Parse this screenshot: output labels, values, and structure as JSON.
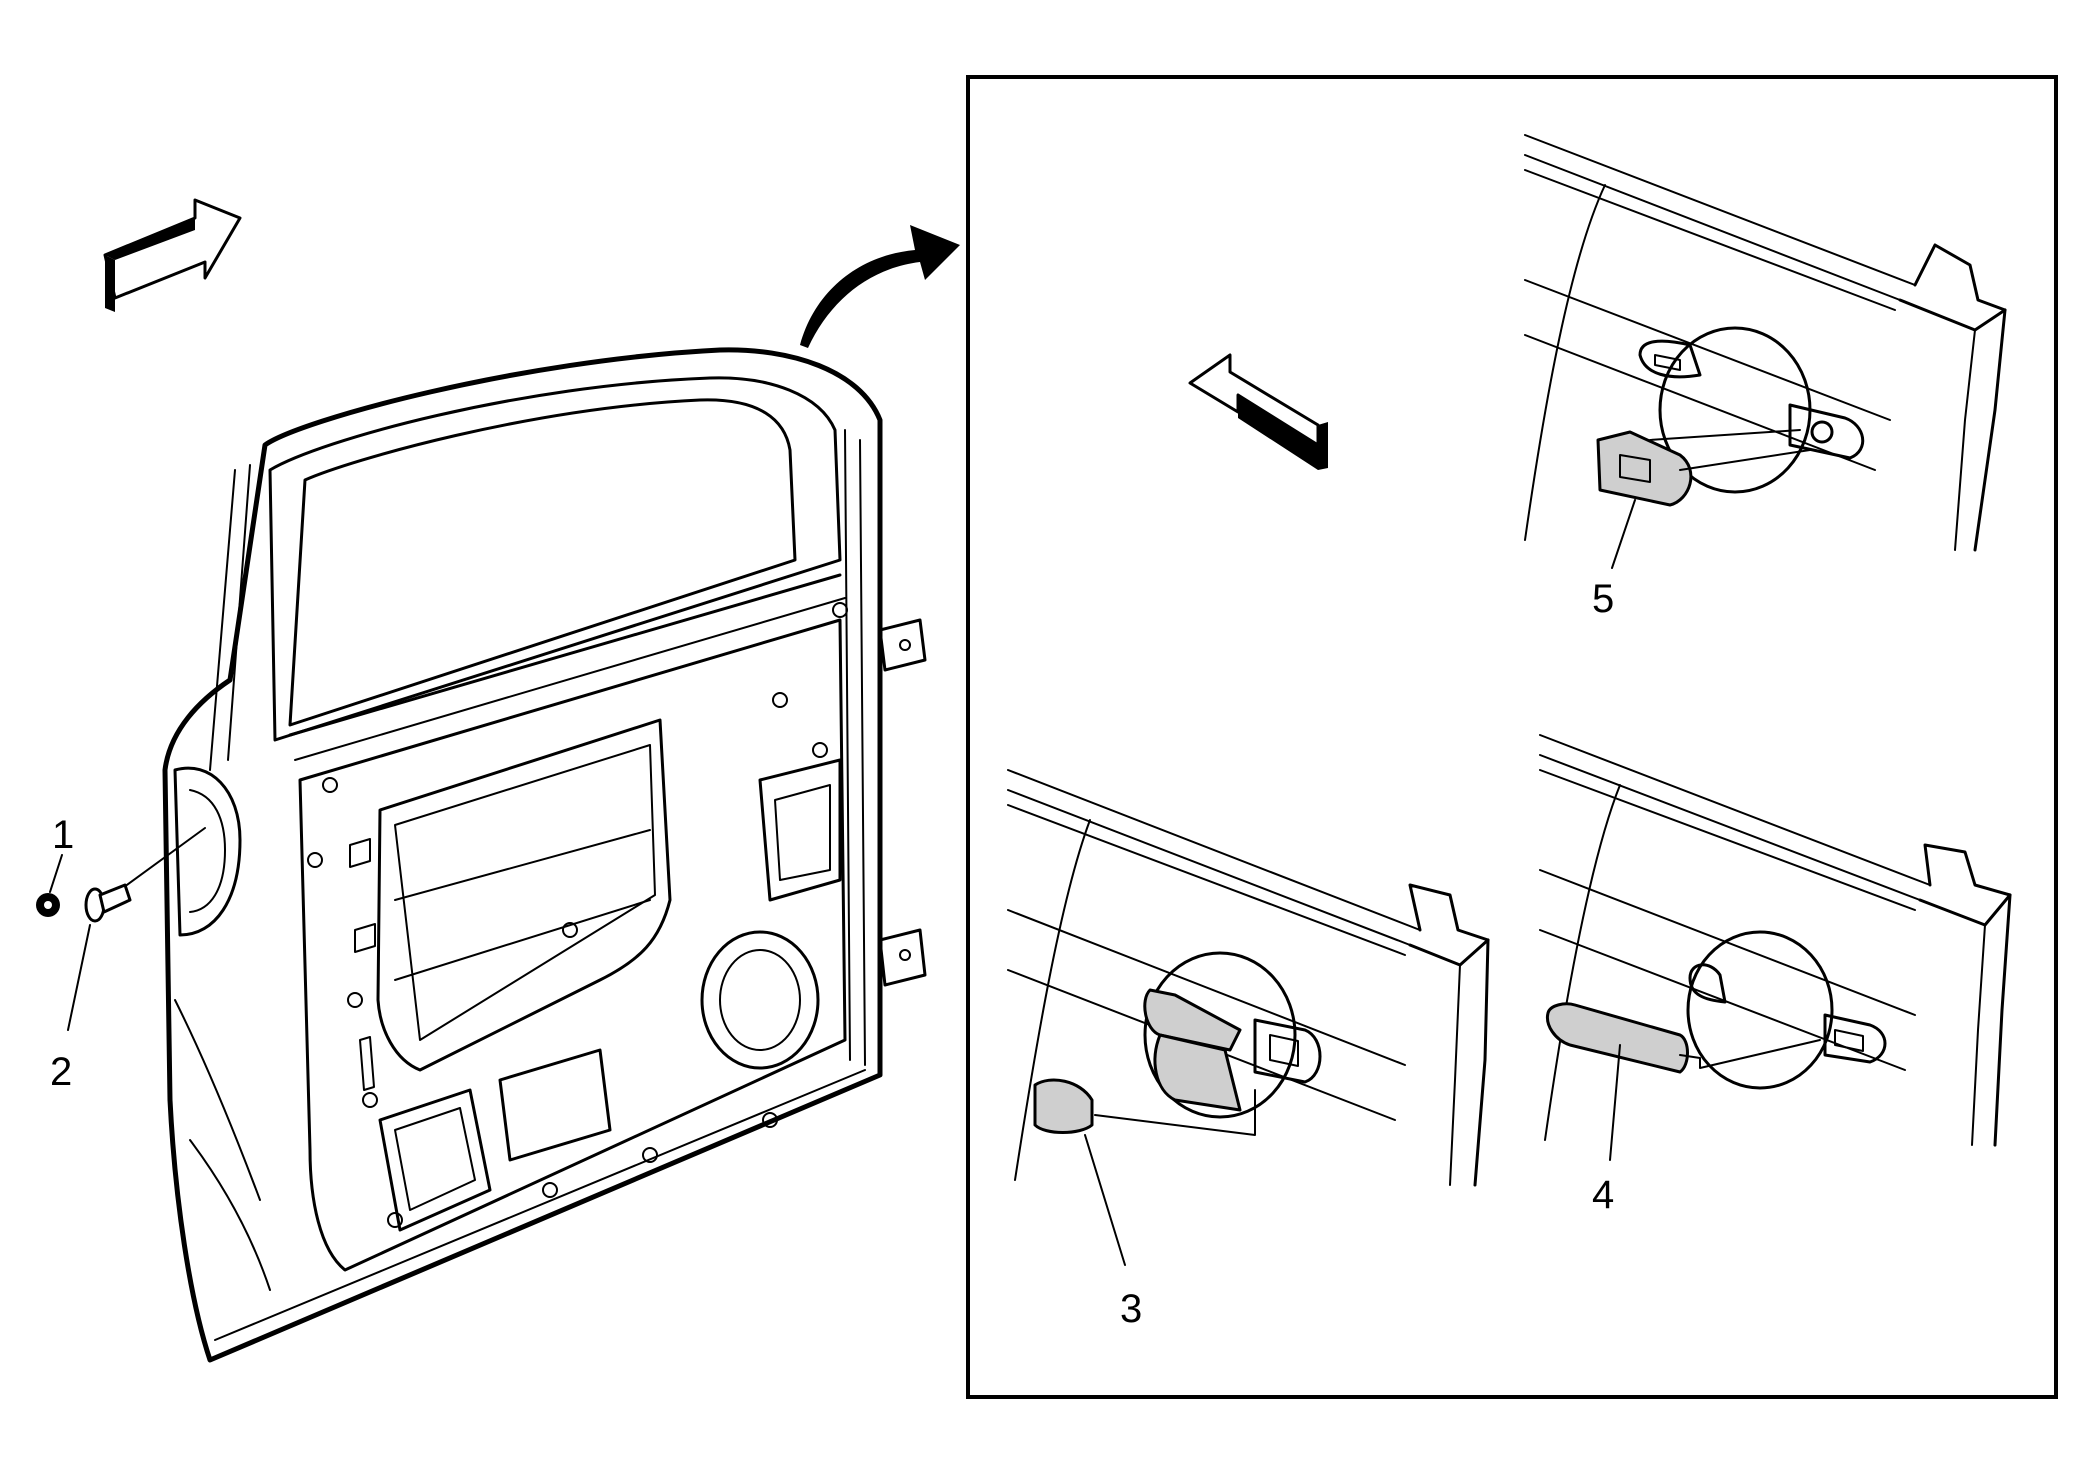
{
  "callouts": [
    {
      "id": "1",
      "label": "1"
    },
    {
      "id": "2",
      "label": "2"
    },
    {
      "id": "3",
      "label": "3"
    },
    {
      "id": "4",
      "label": "4"
    },
    {
      "id": "5",
      "label": "5"
    }
  ],
  "icons": {
    "direction_arrow_main": "front-direction-arrow-icon",
    "direction_arrow_detail": "front-direction-arrow-icon",
    "view_transition": "curved-arrow-icon"
  },
  "colors": {
    "line": "#000000",
    "background": "#ffffff",
    "part_fill": "#cfcfcf"
  }
}
